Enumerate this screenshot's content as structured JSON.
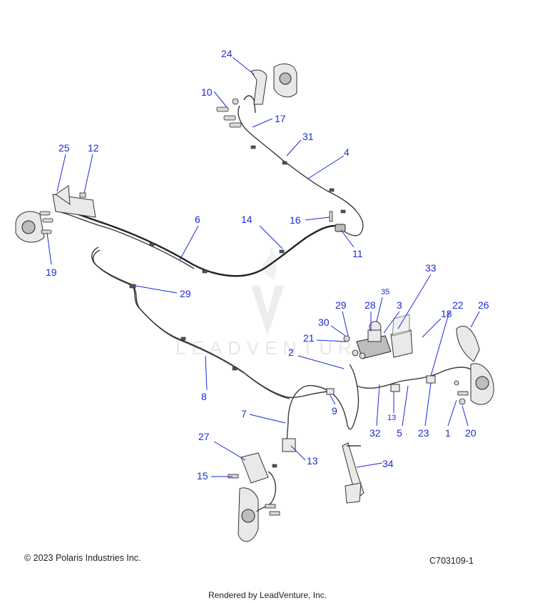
{
  "watermark": {
    "brand": "LEADVENTURE"
  },
  "footer": {
    "copyright": "© 2023 Polaris Industries Inc.",
    "drawing_code": "C703109-1",
    "rendered_by": "Rendered by LeadVenture, Inc."
  },
  "callouts": {
    "c24": "24",
    "c10": "10",
    "c17": "17",
    "c31": "31",
    "c4": "4",
    "c25": "25",
    "c12": "12",
    "c6": "6",
    "c14": "14",
    "c16": "16",
    "c11": "11",
    "c19": "19",
    "c29a": "29",
    "c33": "33",
    "c35": "35",
    "c29b": "29",
    "c28": "28",
    "c3": "3",
    "c18": "18",
    "c22": "22",
    "c26": "26",
    "c30": "30",
    "c21": "21",
    "c2": "2",
    "c8": "8",
    "c9": "9",
    "c7": "7",
    "c13a": "13",
    "c32": "32",
    "c5": "5",
    "c23": "23",
    "c1": "1",
    "c20": "20",
    "c27": "27",
    "c13b": "13",
    "c15": "15",
    "c34": "34"
  },
  "colors": {
    "callout": "#1a2bd6",
    "line": "#3a3a3a",
    "rear_line": "#a05a6a"
  }
}
